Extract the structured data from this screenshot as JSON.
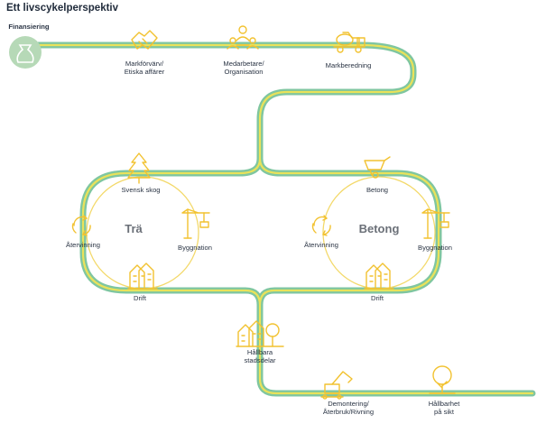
{
  "title": "Ett livscykelperspektiv",
  "stages": {
    "financing": "Finansiering",
    "land": "Markförvärv/\nEtiska affärer",
    "staff": "Medarbetare/\nOrganisation",
    "prep": "Markberedning",
    "forest": "Svensk skog",
    "concrete": "Betong",
    "recycle_wood": "Återvinning",
    "build_wood": "Byggnation",
    "recycle_concrete": "Återvinning",
    "build_concrete": "Byggnation",
    "ops_wood": "Drift",
    "ops_concrete": "Drift",
    "districts": "Hållbara\nstadsdelar",
    "demolition": "Demontering/\nÅterbruk/Rivning",
    "longterm": "Hållbarhet\npå sikt"
  },
  "loops": {
    "wood": "Trä",
    "concrete": "Betong"
  },
  "colors": {
    "track": "#7fc6a0",
    "stripe": "#e9e25a",
    "icon": "#f2c230",
    "loop": "#f3d96a",
    "circle": "#b6d9b7"
  }
}
